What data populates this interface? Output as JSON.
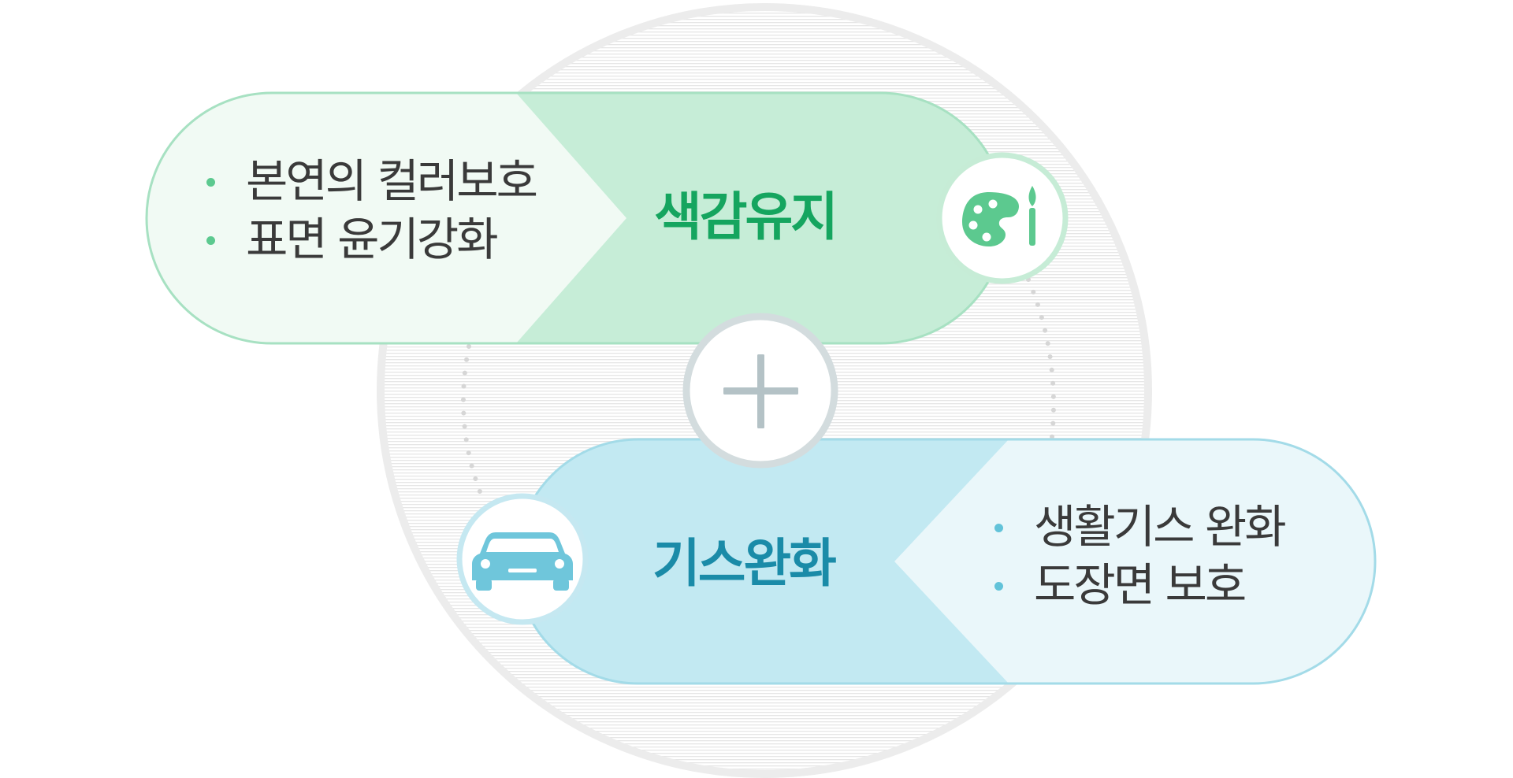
{
  "top_card": {
    "title": "색감유지",
    "items": [
      "본연의 컬러보호",
      "표면 윤기강화"
    ],
    "icon": "palette-brush-icon",
    "colors": {
      "fill_light": "#f1faf4",
      "fill_dark": "#c6edd7",
      "border": "#a7e1c2",
      "title": "#15a55f",
      "icon": "#5cc98f"
    }
  },
  "bottom_card": {
    "title": "기스완화",
    "items": [
      "생활기스 완화",
      "도장면 보호"
    ],
    "icon": "car-icon",
    "colors": {
      "fill_light": "#eaf7fa",
      "fill_dark": "#c2e9f2",
      "border": "#a3dbe8",
      "title": "#1a8ba8",
      "icon": "#6fc6db"
    }
  },
  "center": {
    "icon": "plus-icon",
    "color": "#b4c2c6"
  },
  "background": {
    "circle_color": "#ebebeb"
  }
}
